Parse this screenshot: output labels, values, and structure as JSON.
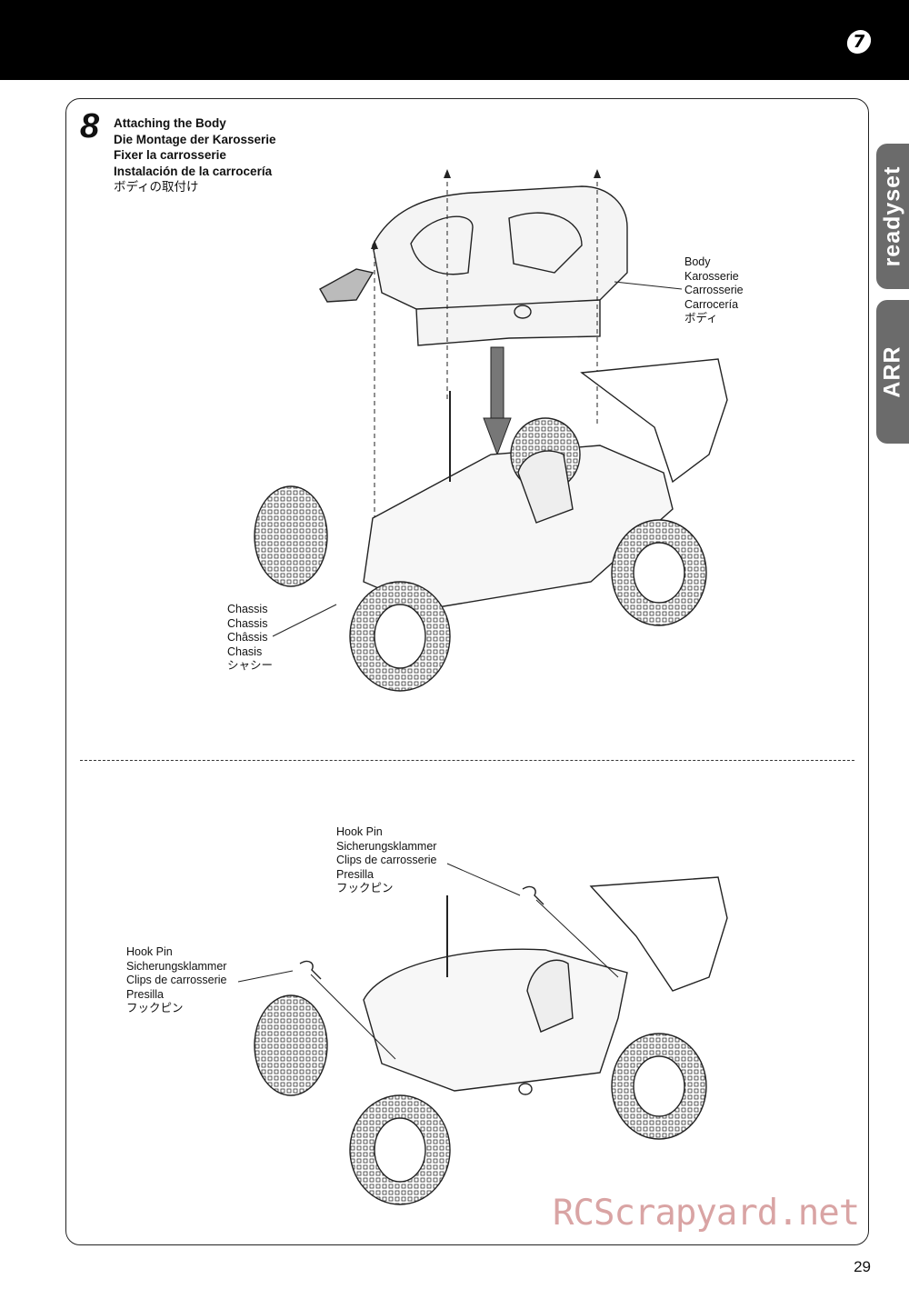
{
  "header": {
    "badge": "7"
  },
  "side_tabs": {
    "readyset": "readyset",
    "arr": "ARR"
  },
  "step": {
    "number": "8",
    "titles": [
      "Attaching the Body",
      "Die Montage der Karosserie",
      "Fixer la carrosserie",
      "Instalación de la carrocería",
      "ボディの取付け"
    ]
  },
  "labels": {
    "body": [
      "Body",
      "Karosserie",
      "Carrosserie",
      "Carrocería",
      "ボディ"
    ],
    "chassis": [
      "Chassis",
      "Chassis",
      "Châssis",
      "Chasis",
      "シャシー"
    ],
    "hook_pin_right": [
      "Hook Pin",
      "Sicherungsklammer",
      "Clips de carrosserie",
      "Presilla",
      "フックピン"
    ],
    "hook_pin_left": [
      "Hook Pin",
      "Sicherungsklammer",
      "Clips de carrosserie",
      "Presilla",
      "フックピン"
    ]
  },
  "footer": {
    "page_number": "29",
    "watermark": "RCScrapyard.net"
  }
}
